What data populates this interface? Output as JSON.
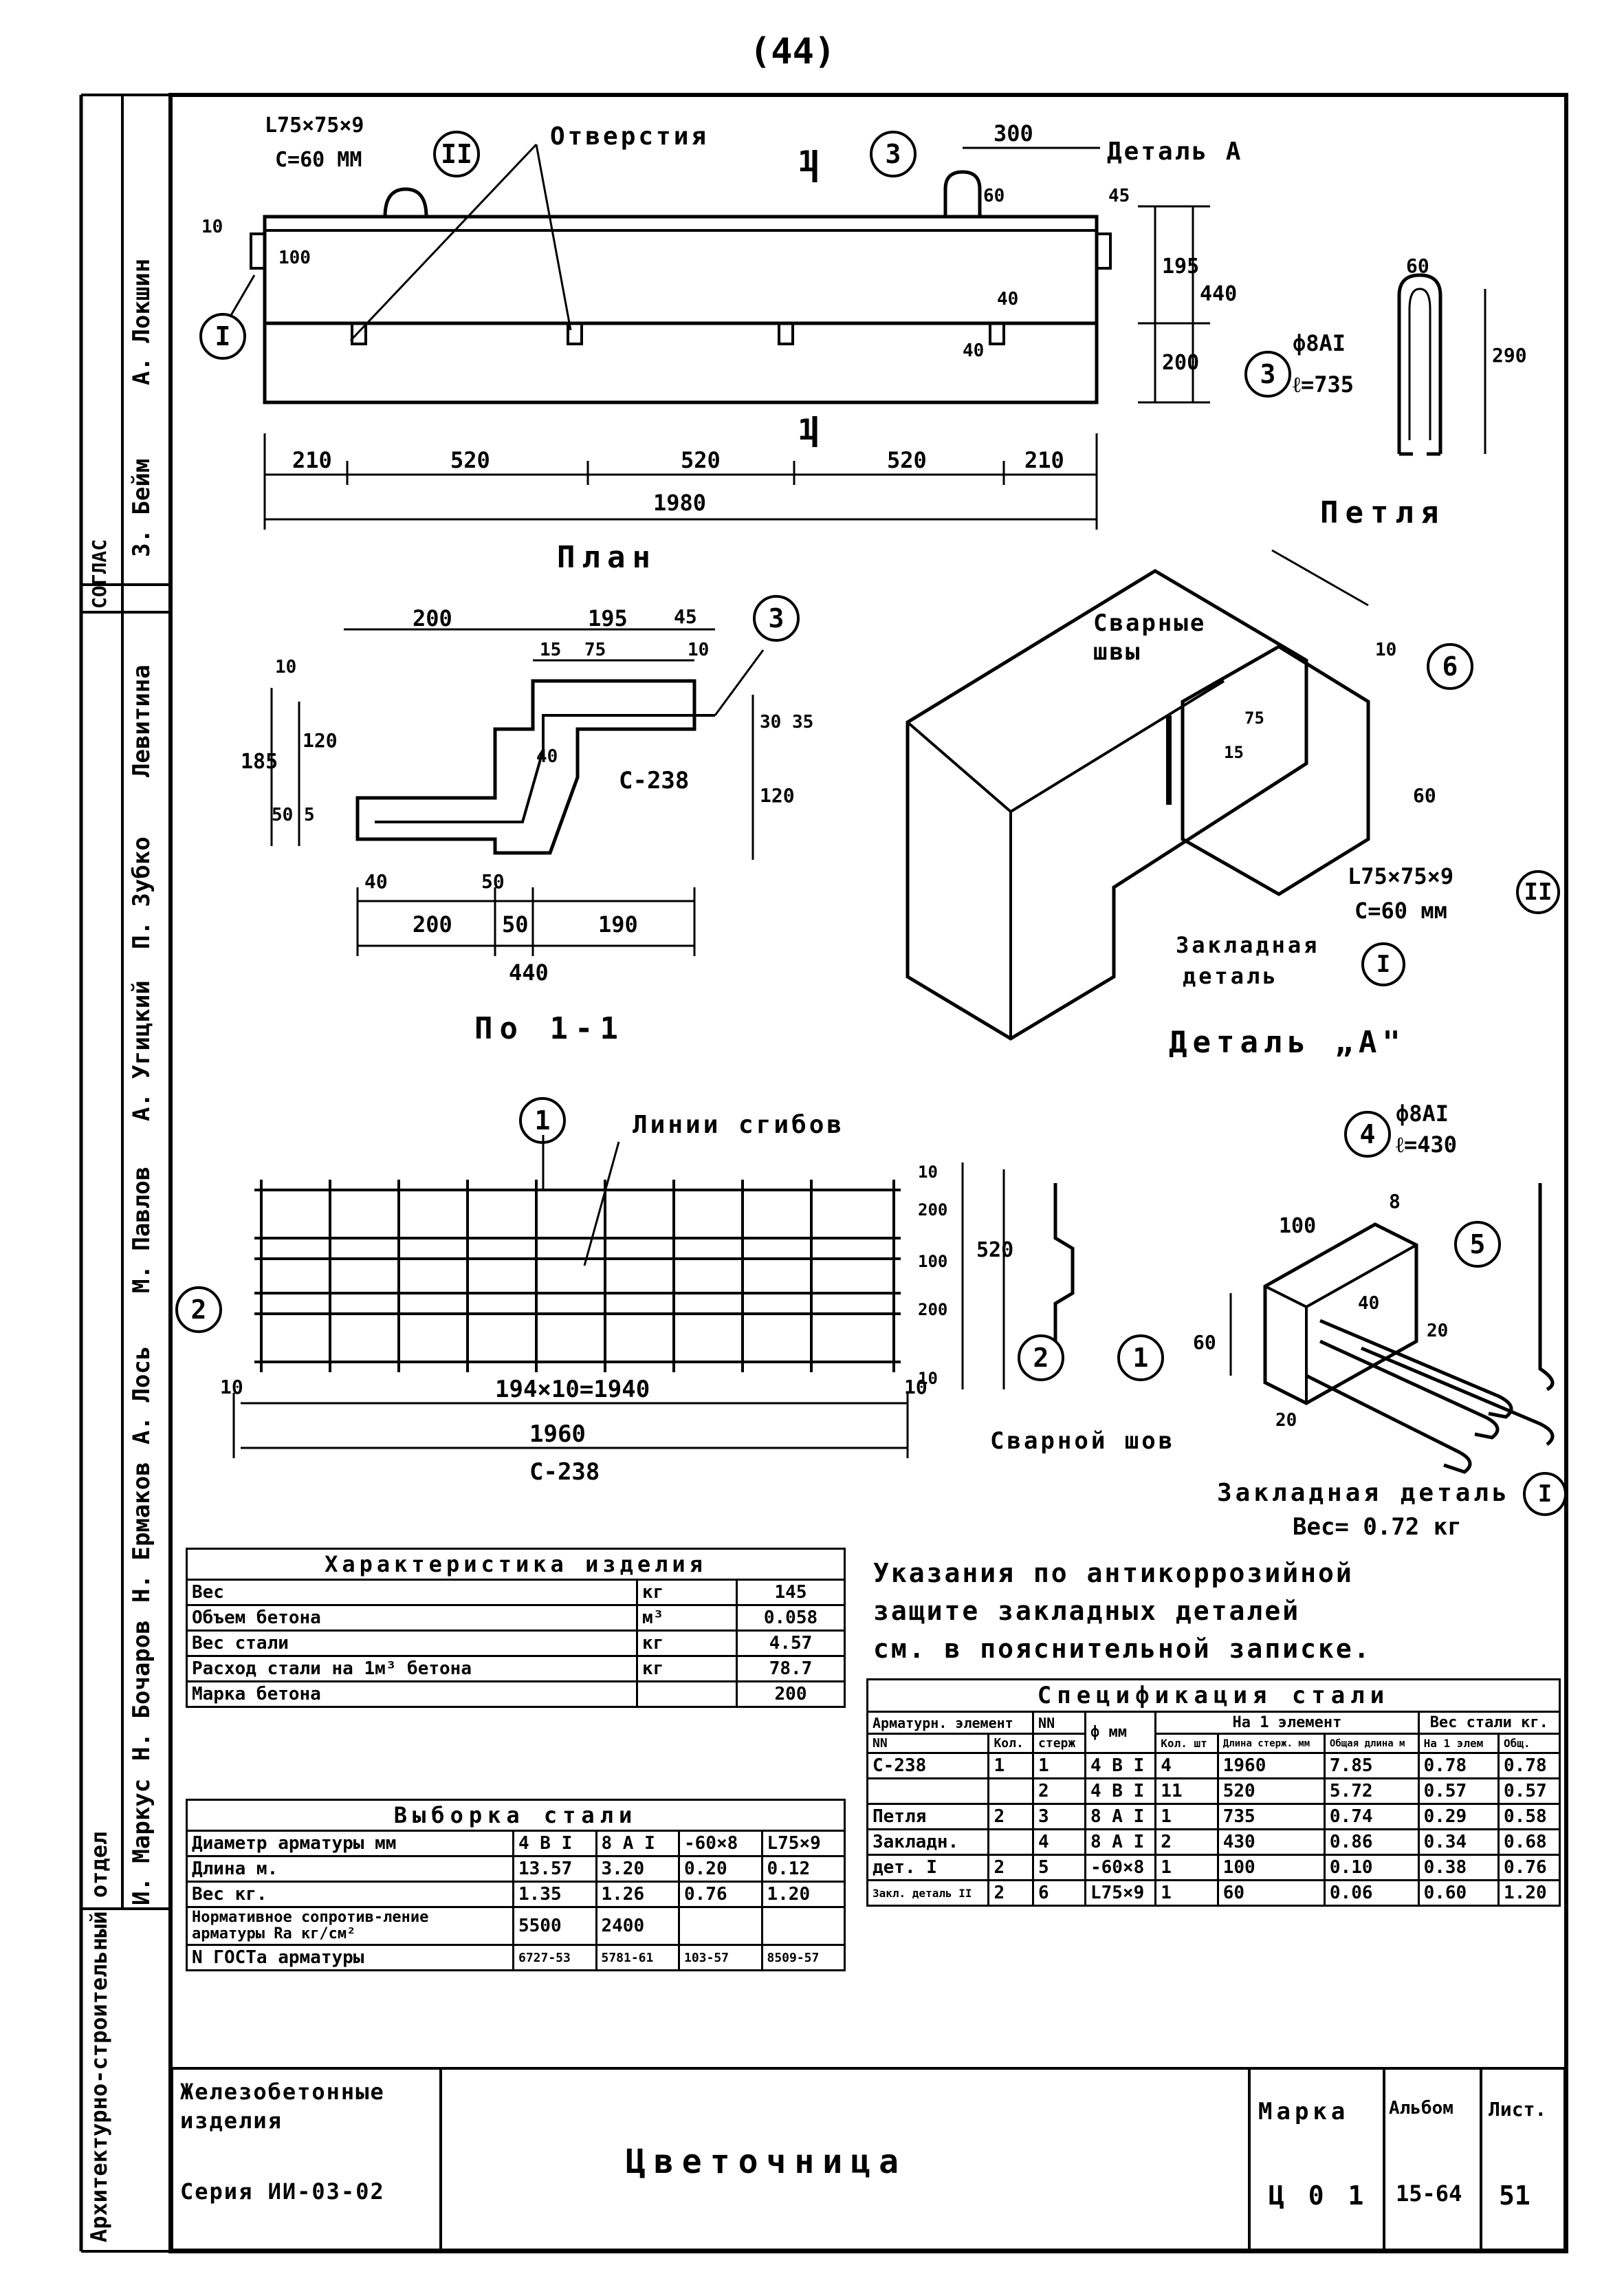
{
  "sheet_number": "(44)",
  "side_stamp": {
    "dept": "Архитектурно-строительный отдел",
    "approve": "СОГЛАС",
    "names": [
      "А. Локшин",
      "З. Бейм",
      "Левитина",
      "П. Зубко",
      "А. Угицкий",
      "М. Павлов",
      "А. Лось",
      "Н. Ермаков",
      "Н. Бочаров",
      "И. Маркус"
    ]
  },
  "plan": {
    "label_angle": "L75×75×9",
    "label_angle_len": "С=60 ММ",
    "marker_II": "II",
    "openings": "Отверстия",
    "section_mark": "1",
    "marker_3": "3",
    "dim_300": "300",
    "detail_a": "Деталь А",
    "dim_10": "10",
    "dim_100": "100",
    "dim_60": "60",
    "dim_45": "45",
    "dim_195": "195",
    "dim_440": "440",
    "dim_200": "200",
    "dim_40a": "40",
    "dim_40b": "40",
    "marker_I": "I",
    "dims_bottom": [
      "210",
      "520",
      "520",
      "520",
      "210"
    ],
    "dim_total": "1980",
    "title": "План"
  },
  "loop": {
    "dim_60": "60",
    "dim_290": "290",
    "marker": "3",
    "rebar": "ф8АI",
    "length": "ℓ=735",
    "title": "Петля"
  },
  "section": {
    "dim_200": "200",
    "dim_195": "195",
    "dim_45": "45",
    "dim_15": "15",
    "dim_75": "75",
    "dim_10a": "10",
    "dim_10b": "10",
    "dim_185": "185",
    "dim_50_5": "50 5",
    "dim_120a": "120",
    "dim_40": "40",
    "dim_30_35": "30 35",
    "dim_120b": "120",
    "mesh": "С-238",
    "marker_3": "3",
    "dim_40b": "40",
    "dim_50a": "50",
    "dim_200b": "200",
    "dim_50b": "50",
    "dim_190": "190",
    "dim_440": "440",
    "title": "По 1-1"
  },
  "detail_a": {
    "welds": "Сварные швы",
    "dim_10": "10",
    "dim_15": "15",
    "dim_75": "75",
    "dim_60": "60",
    "marker_6": "6",
    "angle": "L75×75×9",
    "angle_len": "С=60 мм",
    "marker_II": "II",
    "embedded": "Закладная",
    "embedded2": "деталь",
    "marker_I": "I",
    "title": "Деталь „А\""
  },
  "mesh": {
    "marker_1": "1",
    "bend_lines": "Линии сгибов",
    "marker_2": "2",
    "dim_10_left": "10",
    "dim_spacing": "194×10=1940",
    "dim_10_right": "10",
    "dim_1960": "1960",
    "mesh_name": "С-238",
    "dims_right": [
      "10",
      "200",
      "100",
      "200",
      "10"
    ],
    "dim_520": "520",
    "marker_2b": "2",
    "marker_1b": "1"
  },
  "embedded_detail": {
    "marker_4": "4",
    "rebar": "ф8АI",
    "length": "ℓ=430",
    "dim_100": "100",
    "dim_8": "8",
    "marker_5": "5",
    "dim_60": "60",
    "dim_40": "40",
    "dim_20a": "20",
    "dim_20b": "20",
    "weld": "Сварной шов",
    "title": "Закладная деталь",
    "marker": "I",
    "weight": "Вес= 0.72 кг"
  },
  "characteristics": {
    "title": "Характеристика изделия",
    "rows": [
      {
        "name": "Вес",
        "unit": "кг",
        "value": "145"
      },
      {
        "name": "Объем бетона",
        "unit": "м³",
        "value": "0.058"
      },
      {
        "name": "Вес стали",
        "unit": "кг",
        "value": "4.57"
      },
      {
        "name": "Расход стали на 1м³ бетона",
        "unit": "кг",
        "value": "78.7"
      },
      {
        "name": "Марка бетона",
        "unit": "",
        "value": "200"
      }
    ]
  },
  "steel_selection": {
    "title": "Выборка стали",
    "header": [
      "Диаметр арматуры мм",
      "4 В I",
      "8 А I",
      "-60×8",
      "L75×9"
    ],
    "rows": [
      [
        "Длина         м.",
        "13.57",
        "3.20",
        "0.20",
        "0.12"
      ],
      [
        "Вес           кг.",
        "1.35",
        "1.26",
        "0.76",
        "1.20"
      ],
      [
        "Нормативное сопротив-ление арматуры Rа кг/см²",
        "5500",
        "2400",
        "",
        ""
      ],
      [
        "N ГОСТа арматуры",
        "6727-53",
        "5781-61",
        "103-57",
        "8509-57"
      ]
    ]
  },
  "note": {
    "line1": "Указания по антикоррозийной",
    "line2": "защите закладных деталей",
    "line3": "см. в пояснительной записке."
  },
  "spec": {
    "title": "Спецификация стали",
    "header_top": [
      "Арматурн. элемент",
      "NN",
      "ф мм",
      "На 1 элемент",
      "Вес стали кг."
    ],
    "header_sub": [
      "NN",
      "Кол.",
      "стерж",
      "",
      "Кол. шт",
      "Длина стерж. мм",
      "Общая длина м",
      "На 1 элем",
      "Общ."
    ],
    "rows": [
      [
        "С-238",
        "1",
        "1",
        "4 В I",
        "4",
        "1960",
        "7.85",
        "0.78",
        "0.78"
      ],
      [
        "",
        "",
        "2",
        "4 В I",
        "11",
        "520",
        "5.72",
        "0.57",
        "0.57"
      ],
      [
        "Петля",
        "2",
        "3",
        "8 А I",
        "1",
        "735",
        "0.74",
        "0.29",
        "0.58"
      ],
      [
        "Закладн.",
        "",
        "4",
        "8 А I",
        "2",
        "430",
        "0.86",
        "0.34",
        "0.68"
      ],
      [
        "дет. I",
        "2",
        "5",
        "-60×8",
        "1",
        "100",
        "0.10",
        "0.38",
        "0.76"
      ],
      [
        "Закл. деталь II",
        "2",
        "6",
        "L75×9",
        "1",
        "60",
        "0.06",
        "0.60",
        "1.20"
      ]
    ]
  },
  "title_block": {
    "category": "Железобетонные изделия",
    "series": "Серия ИИ-03-02",
    "name": "Цветочница",
    "mark_label": "Марка",
    "mark_value": "Ц 0 1",
    "album_label": "Альбом",
    "album_value": "15-64",
    "sheet_label": "Лист.",
    "sheet_value": "51"
  }
}
